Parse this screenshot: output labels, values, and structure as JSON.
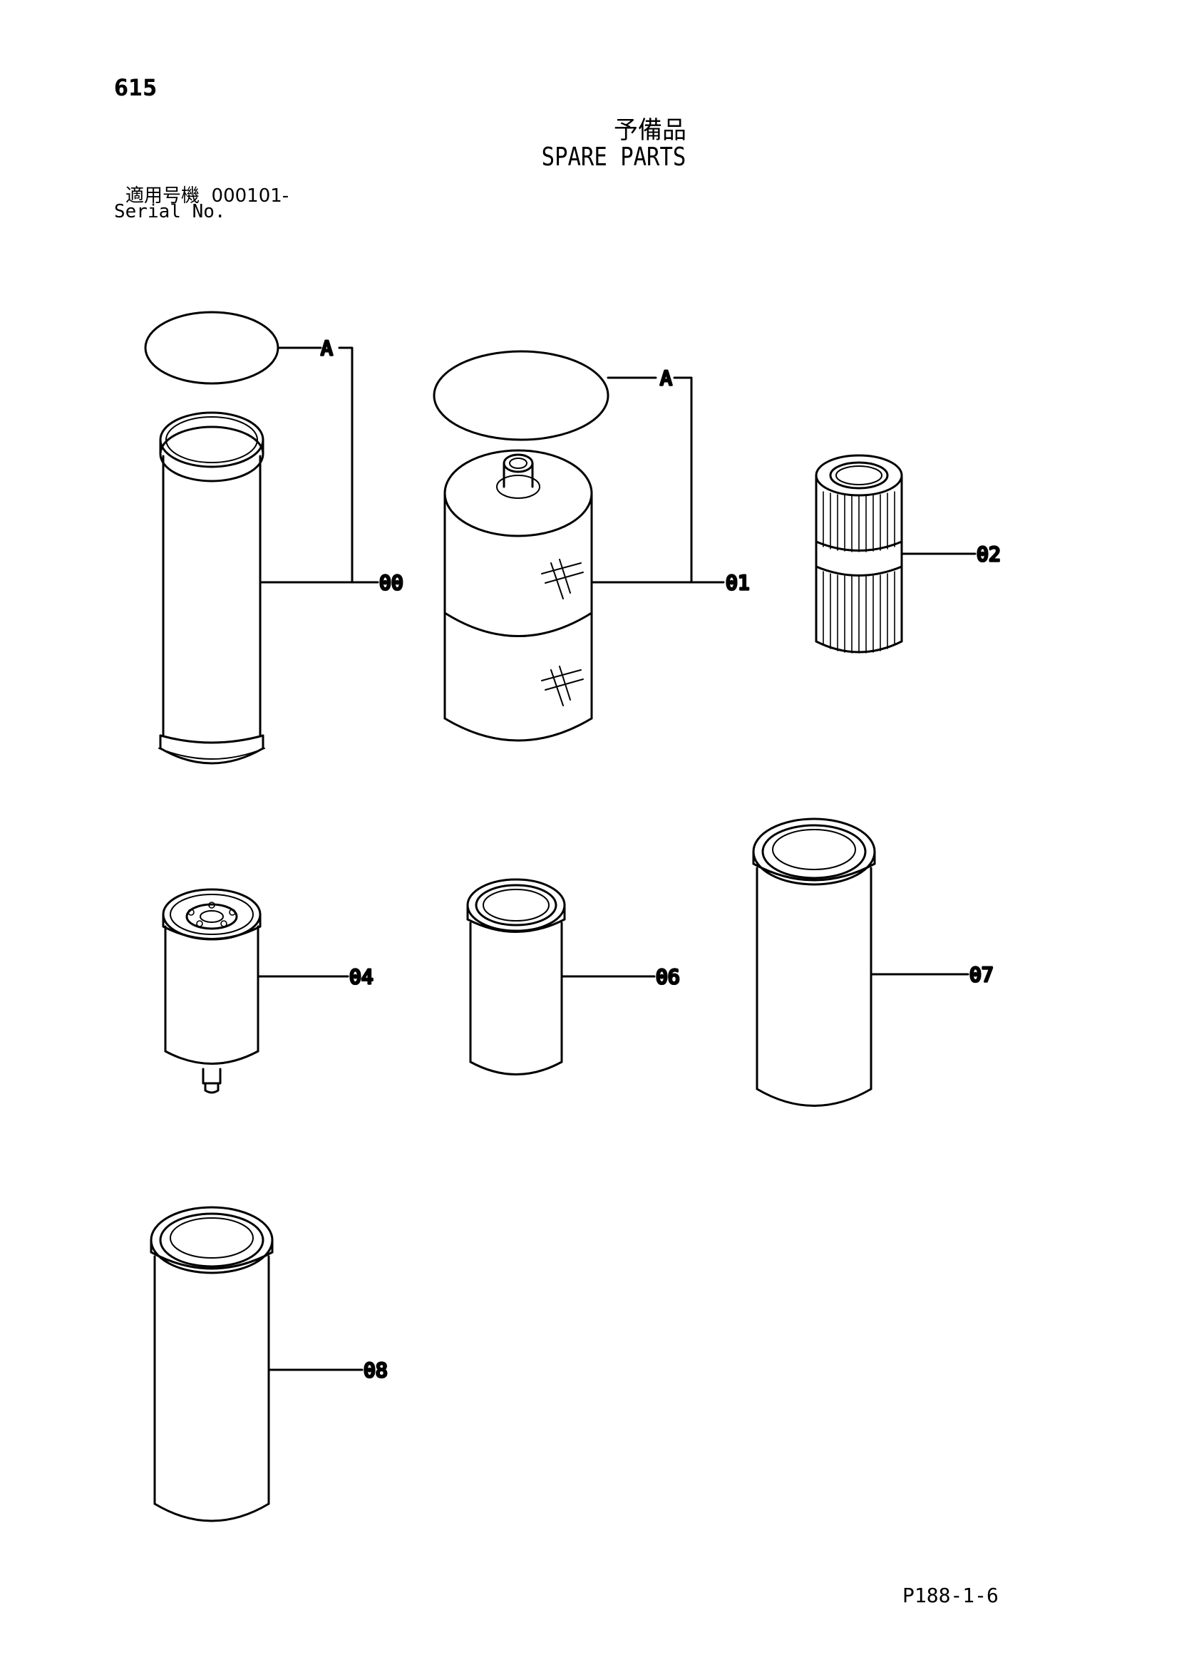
{
  "header": {
    "page_number": "615",
    "title_jp": "予備品",
    "title_en": "SPARE PARTS",
    "serial_label_jp": "適用号機",
    "serial_range": "000101-",
    "serial_label_en": "Serial No."
  },
  "callouts": {
    "part_00": "00",
    "part_01": "01",
    "part_02": "02",
    "part_04": "04",
    "part_06": "06",
    "part_07": "07",
    "part_08": "08",
    "detail_a1": "A",
    "detail_a2": "A"
  },
  "footer": {
    "reference": "P188-1-6"
  }
}
